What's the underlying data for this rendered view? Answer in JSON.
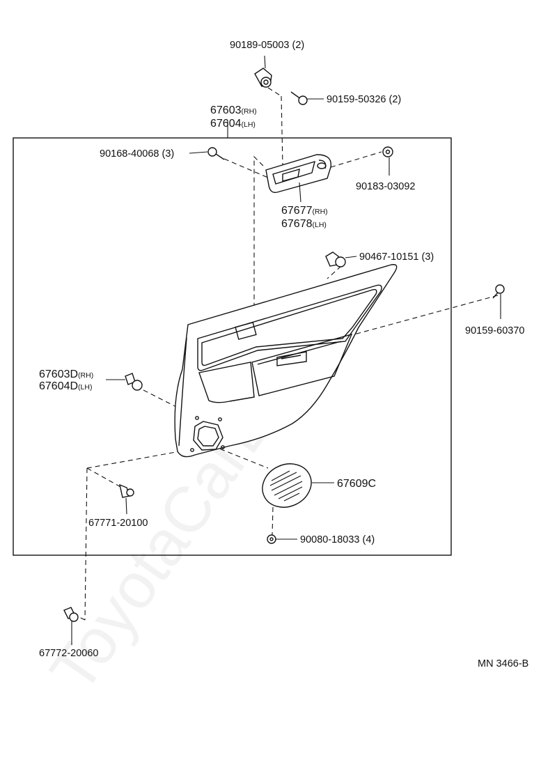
{
  "watermark": "ToyotaCarLine.ru",
  "diagram_code": "MN 3466-B",
  "parts": {
    "clip_top": {
      "number": "90189-05003",
      "qty": "(2)"
    },
    "screw_top": {
      "number": "90159-50326",
      "qty": "(2)"
    },
    "board_rh": {
      "number": "67603",
      "side": "(RH)"
    },
    "board_lh": {
      "number": "67604",
      "side": "(LH)"
    },
    "screw_left": {
      "number": "90168-40068",
      "qty": "(3)"
    },
    "nut_right": {
      "number": "90183-03092"
    },
    "bezel_rh": {
      "number": "67677",
      "side": "(RH)"
    },
    "bezel_lh": {
      "number": "67678",
      "side": "(LH)"
    },
    "clip_panel": {
      "number": "90467-10151",
      "qty": "(3)"
    },
    "screw_far_right": {
      "number": "90159-60370"
    },
    "panel_rh": {
      "number": "67603D",
      "side": "(RH)"
    },
    "panel_lh": {
      "number": "67604D",
      "side": "(LH)"
    },
    "speaker_grille": {
      "number": "67609C"
    },
    "retainer_lower": {
      "number": "67771-20100"
    },
    "grille_nut": {
      "number": "90080-18033",
      "qty": "(4)"
    },
    "retainer_bottom": {
      "number": "67772-20060"
    }
  }
}
